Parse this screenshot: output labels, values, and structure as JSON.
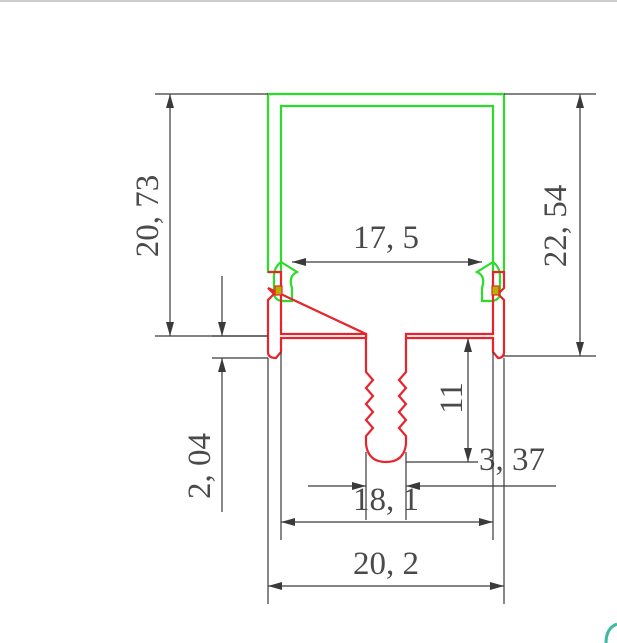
{
  "dimensions": {
    "cover_height": "20, 73",
    "total_height": "22, 54",
    "inner_width": "17, 5",
    "thickness": "2, 04",
    "stem_length": "11",
    "stem_width": "3, 37",
    "base_inner_width": "18, 1",
    "overall_width": "20, 2"
  },
  "colors": {
    "cover": "#2bdc2b",
    "profile": "#e8242a",
    "dimension": "#3a3a3a"
  }
}
